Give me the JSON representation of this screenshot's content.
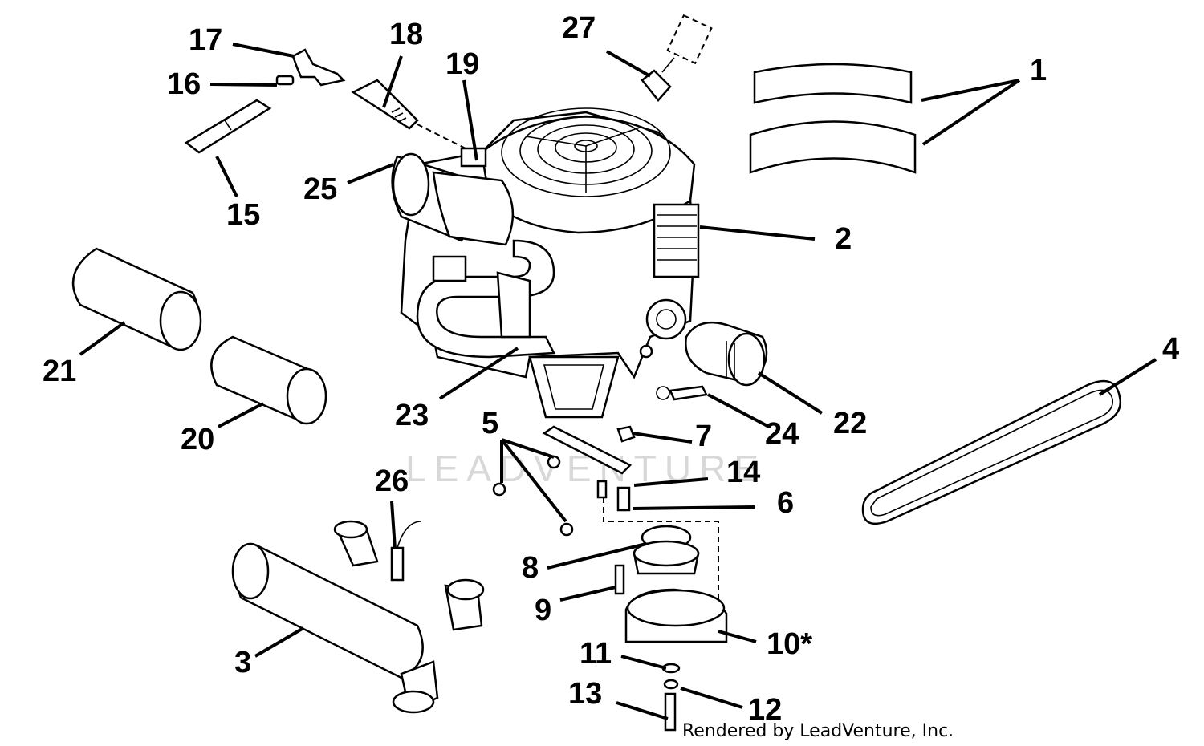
{
  "watermark": "LEADVENTURE",
  "credit": "Rendered by LeadVenture, Inc.",
  "callouts": [
    {
      "id": "1",
      "text": "1"
    },
    {
      "id": "2",
      "text": "2"
    },
    {
      "id": "3",
      "text": "3"
    },
    {
      "id": "4",
      "text": "4"
    },
    {
      "id": "5",
      "text": "5"
    },
    {
      "id": "6",
      "text": "6"
    },
    {
      "id": "7",
      "text": "7"
    },
    {
      "id": "8",
      "text": "8"
    },
    {
      "id": "9",
      "text": "9"
    },
    {
      "id": "10",
      "text": "10*"
    },
    {
      "id": "11",
      "text": "11"
    },
    {
      "id": "12",
      "text": "12"
    },
    {
      "id": "13",
      "text": "13"
    },
    {
      "id": "14",
      "text": "14"
    },
    {
      "id": "15",
      "text": "15"
    },
    {
      "id": "16",
      "text": "16"
    },
    {
      "id": "17",
      "text": "17"
    },
    {
      "id": "18",
      "text": "18"
    },
    {
      "id": "19",
      "text": "19"
    },
    {
      "id": "20",
      "text": "20"
    },
    {
      "id": "21",
      "text": "21"
    },
    {
      "id": "22",
      "text": "22"
    },
    {
      "id": "23",
      "text": "23"
    },
    {
      "id": "24",
      "text": "24"
    },
    {
      "id": "25",
      "text": "25"
    },
    {
      "id": "26",
      "text": "26"
    },
    {
      "id": "27",
      "text": "27"
    }
  ]
}
